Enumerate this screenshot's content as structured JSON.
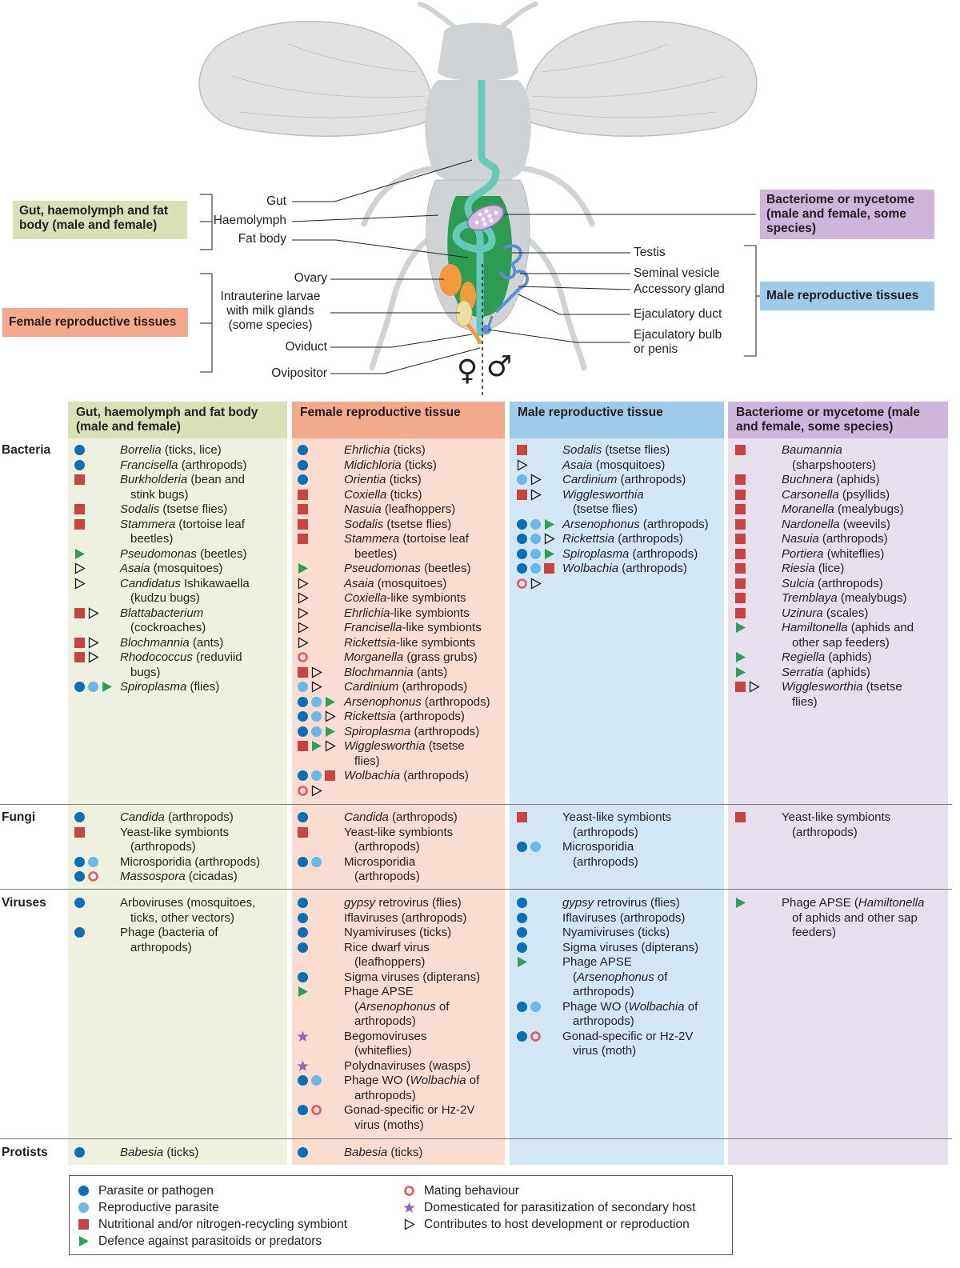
{
  "colors": {
    "parasite": "#0a6fb5",
    "reproductive": "#6ab8e4",
    "nutritional": "#c8453f",
    "defence": "#2aa05a",
    "mating": "#e4595b",
    "domesticated": "#8a6db0",
    "gut_bg": "#eef1df",
    "gut_head": "#d8e0b5",
    "female_bg": "#fbdcd0",
    "female_head": "#f3a98c",
    "male_bg": "#d3e6f4",
    "male_head": "#9dcbe9",
    "bact_bg": "#e8dfee",
    "bact_head": "#cdb5db"
  },
  "diagram": {
    "left_labels": {
      "gut": "Gut",
      "haemolymph": "Haemolymph",
      "fat_body": "Fat body",
      "ovary": "Ovary",
      "larvae_1": "Intrauterine larvae",
      "larvae_2": "with milk glands",
      "larvae_3": "(some species)",
      "oviduct": "Oviduct",
      "ovipositor": "Ovipositor"
    },
    "right_labels": {
      "testis": "Testis",
      "seminal_vesicle": "Seminal vesicle",
      "accessory_gland": "Accessory gland",
      "ejaculatory_duct": "Ejaculatory duct",
      "ejaculatory_bulb_1": "Ejaculatory bulb",
      "ejaculatory_bulb_2": "or penis"
    },
    "categories": {
      "gut": "Gut, haemolymph and fat body (male and female)",
      "female": "Female reproductive tissues",
      "bacteriome": "Bacteriome or mycetome (male and female, some species)",
      "male": "Male reproductive tissues"
    },
    "female_symbol": "♀",
    "male_symbol": "♂"
  },
  "table": {
    "columns": [
      "Gut, haemolymph and fat body (male and female)",
      "Female reproductive tissue",
      "Male reproductive tissue",
      "Bacteriome or mycetome (male and female, some species)"
    ],
    "rows": [
      "Bacteria",
      "Fungi",
      "Viruses",
      "Protists"
    ]
  },
  "legend": [
    {
      "sym": "P",
      "label": "Parasite or pathogen"
    },
    {
      "sym": "R",
      "label": "Reproductive parasite"
    },
    {
      "sym": "N",
      "label": "Nutritional and/or nitrogen-recycling symbiont"
    },
    {
      "sym": "D",
      "label": "Defence against parasitoids or predators"
    },
    {
      "sym": "M",
      "label": "Mating behaviour"
    },
    {
      "sym": "S",
      "label": "Domesticated for parasitization of secondary host"
    },
    {
      "sym": "C",
      "label": "Contributes to host development or reproduction"
    }
  ],
  "entries": {
    "gut": {
      "bacteria": [
        {
          "s": "P",
          "t": "<i>Borrelia</i> (ticks, lice)"
        },
        {
          "s": "P",
          "t": "<i>Francisella</i> (arthropods)"
        },
        {
          "s": "N",
          "t": "<i>Burkholderia</i> (bean and",
          "t2": "stink bugs)"
        },
        {
          "s": "N",
          "t": "<i>Sodalis</i> (tsetse flies)"
        },
        {
          "s": "N",
          "t": "<i>Stammera</i> (tortoise leaf",
          "t2": "beetles)"
        },
        {
          "s": "D",
          "t": "<i>Pseudomonas</i> (beetles)"
        },
        {
          "s": "C",
          "t": "<i>Asaia</i> (mosquitoes)"
        },
        {
          "s": "C",
          "t": "<i>Candidatus</i> Ishikawaella",
          "t2": "(kudzu bugs)"
        },
        {
          "s": "NC",
          "t": "<i>Blattabacterium</i>",
          "t2": "(cockroaches)"
        },
        {
          "s": "NC",
          "t": "<i>Blochmannia</i> (ants)"
        },
        {
          "s": "NC",
          "t": "<i>Rhodococcus</i> (reduviid",
          "t2": "bugs)"
        },
        {
          "s": "PRD",
          "t": "<i>Spiroplasma</i> (flies)"
        }
      ],
      "fungi": [
        {
          "s": "P",
          "t": "<i>Candida</i> (arthropods)"
        },
        {
          "s": "N",
          "t": "Yeast-like symbionts",
          "t2": "(arthropods)"
        },
        {
          "s": "PR",
          "t": "Microsporidia (arthropods)"
        },
        {
          "s": "PM",
          "t": "<i>Massospora</i> (cicadas)"
        }
      ],
      "viruses": [
        {
          "s": "P",
          "t": "Arboviruses (mosquitoes,",
          "t2": "ticks, other vectors)"
        },
        {
          "s": "P",
          "t": "Phage (bacteria of",
          "t2": "arthropods)"
        }
      ],
      "protists": [
        {
          "s": "P",
          "t": "<i>Babesia</i> (ticks)"
        }
      ]
    },
    "female": {
      "bacteria": [
        {
          "s": "P",
          "t": "<i>Ehrlichia</i> (ticks)"
        },
        {
          "s": "P",
          "t": "<i>Midichloria</i> (ticks)"
        },
        {
          "s": "P",
          "t": "<i>Orientia</i> (ticks)"
        },
        {
          "s": "N",
          "t": "<i>Coxiella</i> (ticks)"
        },
        {
          "s": "N",
          "t": "<i>Nasuia</i> (leafhoppers)"
        },
        {
          "s": "N",
          "t": "<i>Sodalis</i> (tsetse flies)"
        },
        {
          "s": "N",
          "t": "<i>Stammera</i> (tortoise leaf",
          "t2": "beetles)"
        },
        {
          "s": "D",
          "t": "<i>Pseudomonas</i> (beetles)"
        },
        {
          "s": "C",
          "t": "<i>Asaia</i> (mosquitoes)"
        },
        {
          "s": "C",
          "t": "<i>Coxiella</i>-like symbionts"
        },
        {
          "s": "C",
          "t": "<i>Ehrlichia</i>-like symbionts"
        },
        {
          "s": "C",
          "t": "<i>Francisella</i>-like symbionts"
        },
        {
          "s": "C",
          "t": "<i>Rickettsia</i>-like symbionts"
        },
        {
          "s": "M",
          "t": "<i>Morganella</i> (grass grubs)"
        },
        {
          "s": "NC",
          "t": "<i>Blochmannia</i> (ants)"
        },
        {
          "s": "RC",
          "t": "<i>Cardinium</i> (arthropods)"
        },
        {
          "s": "PRD",
          "t": "<i>Arsenophonus</i> (arthropods)"
        },
        {
          "s": "PRC",
          "t": "<i>Rickettsia</i> (arthropods)"
        },
        {
          "s": "PRD",
          "t": "<i>Spiroplasma</i> (arthropods)"
        },
        {
          "s": "NDC",
          "t": "<i>Wigglesworthia</i> (tsetse",
          "t2": "flies)"
        },
        {
          "s": "PRN|MC",
          "t": "<i>Wolbachia</i> (arthropods)"
        }
      ],
      "fungi": [
        {
          "s": "P",
          "t": "<i>Candida</i> (arthropods)"
        },
        {
          "s": "N",
          "t": "Yeast-like symbionts",
          "t2": "(arthropods)"
        },
        {
          "s": "PR",
          "t": "Microsporidia",
          "t2": "(arthropods)"
        }
      ],
      "viruses": [
        {
          "s": "P",
          "t": "<i>gypsy</i> retrovirus (flies)"
        },
        {
          "s": "P",
          "t": "Iflaviruses (arthropods)"
        },
        {
          "s": "P",
          "t": "Nyamiviruses (ticks)"
        },
        {
          "s": "P",
          "t": "Rice dwarf virus",
          "t2": "(leafhoppers)"
        },
        {
          "s": "P",
          "t": "Sigma viruses (dipterans)"
        },
        {
          "s": "D",
          "t": "Phage APSE",
          "t2": "(<i>Arsenophonus</i> of",
          "t3": "arthropods)"
        },
        {
          "s": "S",
          "t": "Begomoviruses",
          "t2": "(whiteflies)"
        },
        {
          "s": "S",
          "t": "Polydnaviruses (wasps)"
        },
        {
          "s": "PR",
          "t": "Phage WO (<i>Wolbachia</i> of",
          "t2": "arthropods)"
        },
        {
          "s": "PM",
          "t": "Gonad-specific or Hz-2V",
          "t2": "virus (moths)"
        }
      ],
      "protists": [
        {
          "s": "P",
          "t": "<i>Babesia</i> (ticks)"
        }
      ]
    },
    "male": {
      "bacteria": [
        {
          "s": "N",
          "t": "<i>Sodalis</i> (tsetse flies)"
        },
        {
          "s": "C",
          "t": "<i>Asaia</i> (mosquitoes)"
        },
        {
          "s": "RC",
          "t": "<i>Cardinium</i> (arthropods)"
        },
        {
          "s": "NC",
          "t": "<i>Wigglesworthia</i>",
          "t2": "(tsetse flies)"
        },
        {
          "s": "PRD",
          "t": "<i>Arsenophonus</i> (arthropods)"
        },
        {
          "s": "PRC",
          "t": "<i>Rickettsia</i> (arthropods)"
        },
        {
          "s": "PRD",
          "t": "<i>Spiroplasma</i> (arthropods)"
        },
        {
          "s": "PRN|MC",
          "t": "<i>Wolbachia</i> (arthropods)"
        }
      ],
      "fungi": [
        {
          "s": "N",
          "t": "Yeast-like symbionts",
          "t2": "(arthropods)"
        },
        {
          "s": "PR",
          "t": "Microsporidia",
          "t2": "(arthropods)"
        }
      ],
      "viruses": [
        {
          "s": "P",
          "t": "<i>gypsy</i> retrovirus (flies)"
        },
        {
          "s": "P",
          "t": "Iflaviruses (arthropods)"
        },
        {
          "s": "P",
          "t": "Nyamiviruses (ticks)"
        },
        {
          "s": "P",
          "t": "Sigma viruses (dipterans)"
        },
        {
          "s": "D",
          "t": "Phage APSE",
          "t2": "(<i>Arsenophonus</i> of",
          "t3": "arthropods)"
        },
        {
          "s": "PR",
          "t": "Phage WO (<i>Wolbachia</i> of",
          "t2": "arthropods)"
        },
        {
          "s": "PM",
          "t": "Gonad-specific or Hz-2V",
          "t2": "virus (moth)"
        }
      ],
      "protists": []
    },
    "bacteriome": {
      "bacteria": [
        {
          "s": "N",
          "t": "<i>Baumannia</i>",
          "t2": "(sharpshooters)"
        },
        {
          "s": "N",
          "t": "<i>Buchnera</i> (aphids)"
        },
        {
          "s": "N",
          "t": "<i>Carsonella</i> (psyllids)"
        },
        {
          "s": "N",
          "t": "<i>Moranella</i> (mealybugs)"
        },
        {
          "s": "N",
          "t": "<i>Nardonella</i> (weevils)"
        },
        {
          "s": "N",
          "t": "<i>Nasuia</i> (arthropods)"
        },
        {
          "s": "N",
          "t": "<i>Portiera</i> (whiteflies)"
        },
        {
          "s": "N",
          "t": "<i>Riesia</i> (lice)"
        },
        {
          "s": "N",
          "t": "<i>Sulcia</i> (arthropods)"
        },
        {
          "s": "N",
          "t": "<i>Tremblaya</i> (mealybugs)"
        },
        {
          "s": "N",
          "t": "<i>Uzinura</i> (scales)"
        },
        {
          "s": "D",
          "t": "<i>Hamiltonella</i> (aphids and",
          "t2": "other sap feeders)"
        },
        {
          "s": "D",
          "t": "<i>Regiella</i> (aphids)"
        },
        {
          "s": "D",
          "t": "<i>Serratia</i> (aphids)"
        },
        {
          "s": "NC",
          "t": "<i>Wigglesworthia</i> (tsetse",
          "t2": "flies)"
        }
      ],
      "fungi": [
        {
          "s": "N",
          "t": "Yeast-like symbionts",
          "t2": "(arthropods)"
        }
      ],
      "viruses": [
        {
          "s": "D",
          "t": "Phage APSE (<i>Hamiltonella</i>",
          "t2": "of aphids and other sap",
          "t3": "feeders)"
        }
      ],
      "protists": []
    }
  }
}
